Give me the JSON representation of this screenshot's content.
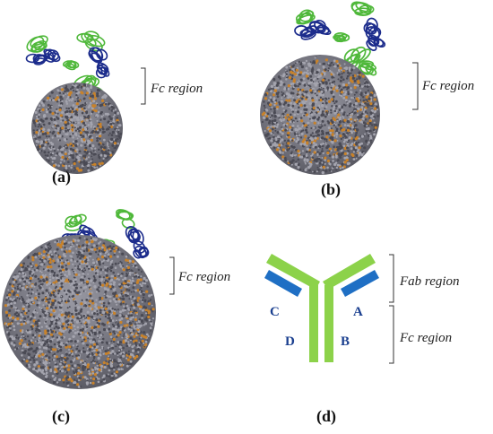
{
  "panels": {
    "a": {
      "label": "(a)",
      "region_label": "Fc region"
    },
    "b": {
      "label": "(b)",
      "region_label": "Fc region"
    },
    "c": {
      "label": "(c)",
      "region_label": "Fc region"
    },
    "d": {
      "label": "(d)",
      "fab_label": "Fab region",
      "fc_label": "Fc region",
      "chains": {
        "a": "A",
        "b": "B",
        "c": "C",
        "d": "D"
      }
    }
  },
  "colors": {
    "heavy_chain_green": "#8cd24a",
    "light_chain_blue": "#1f6fc4",
    "label_blue": "#1a3f8f",
    "protein_green": "#4fb83a",
    "protein_blue": "#1c2c8c",
    "nanoparticle_gray": "#6e6e78",
    "nanoparticle_orange": "#c8822a"
  }
}
